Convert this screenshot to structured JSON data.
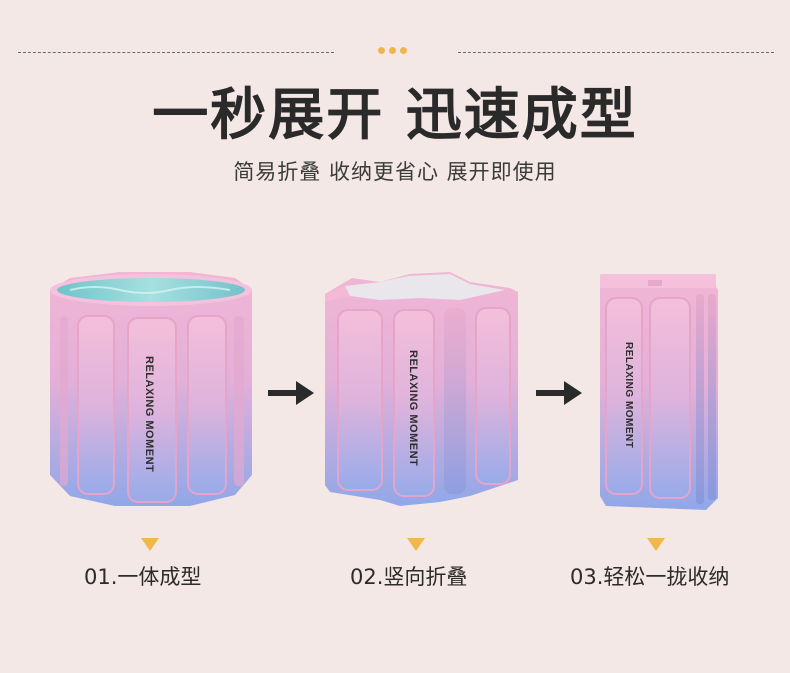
{
  "header": {
    "title": "一秒展开 迅速成型",
    "subtitle": "简易折叠 收纳更省心 展开即使用"
  },
  "product": {
    "brand_text": "RELAXING MOMENT"
  },
  "steps": [
    {
      "label": "01.一体成型"
    },
    {
      "label": "02.竖向折叠"
    },
    {
      "label": "03.轻松一拢收纳"
    }
  ],
  "colors": {
    "background": "#f4e8e6",
    "accent": "#f1b849",
    "tub_pink": "#f2b8d6",
    "tub_blue": "#93a8e8"
  },
  "icons": {
    "arrow": "arrow-right-icon",
    "marker": "triangle-down-icon"
  }
}
